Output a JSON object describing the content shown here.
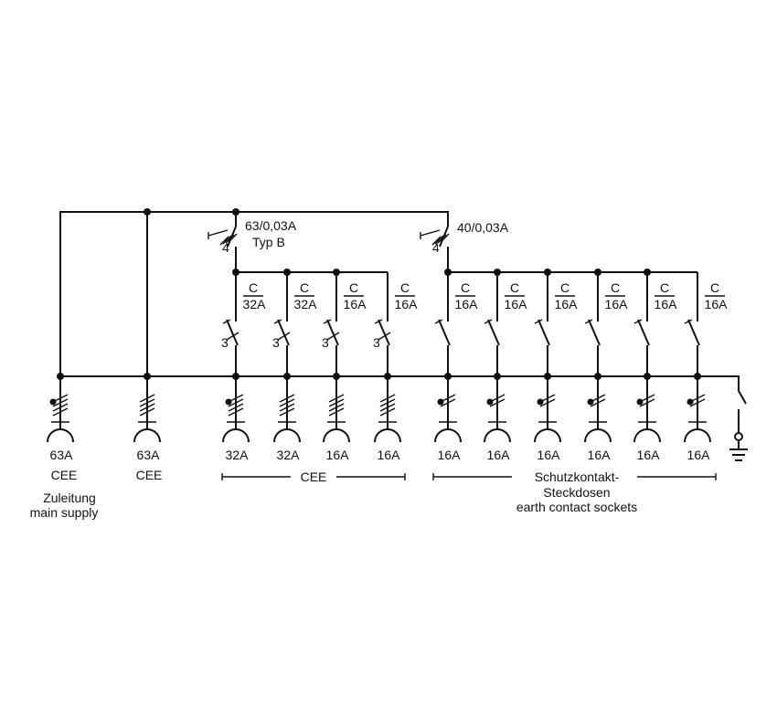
{
  "rcd1": {
    "rating": "63/0,03A",
    "type": "Typ B",
    "poles": "4"
  },
  "rcd2": {
    "rating": "40/0,03A",
    "poles": "4"
  },
  "breakers": [
    {
      "curve": "C",
      "rating": "32A",
      "poles": "3"
    },
    {
      "curve": "C",
      "rating": "32A",
      "poles": "3"
    },
    {
      "curve": "C",
      "rating": "16A",
      "poles": "3"
    },
    {
      "curve": "C",
      "rating": "16A",
      "poles": "3"
    },
    {
      "curve": "C",
      "rating": "16A"
    },
    {
      "curve": "C",
      "rating": "16A"
    },
    {
      "curve": "C",
      "rating": "16A"
    },
    {
      "curve": "C",
      "rating": "16A"
    },
    {
      "curve": "C",
      "rating": "16A"
    },
    {
      "curve": "C",
      "rating": "16A"
    }
  ],
  "sockets": [
    {
      "rating": "63A",
      "kind": "CEE"
    },
    {
      "rating": "63A",
      "kind": "CEE"
    },
    {
      "rating": "32A"
    },
    {
      "rating": "32A"
    },
    {
      "rating": "16A"
    },
    {
      "rating": "16A"
    },
    {
      "rating": "16A"
    },
    {
      "rating": "16A"
    },
    {
      "rating": "16A"
    },
    {
      "rating": "16A"
    },
    {
      "rating": "16A"
    },
    {
      "rating": "16A"
    }
  ],
  "main_supply": {
    "line1": "Zuleitung",
    "line2": "main supply"
  },
  "group_cee": {
    "label": "CEE"
  },
  "group_schuko": {
    "line1": "Schutzkontakt-",
    "line2": "Steckdosen",
    "line3": "earth contact sockets"
  }
}
